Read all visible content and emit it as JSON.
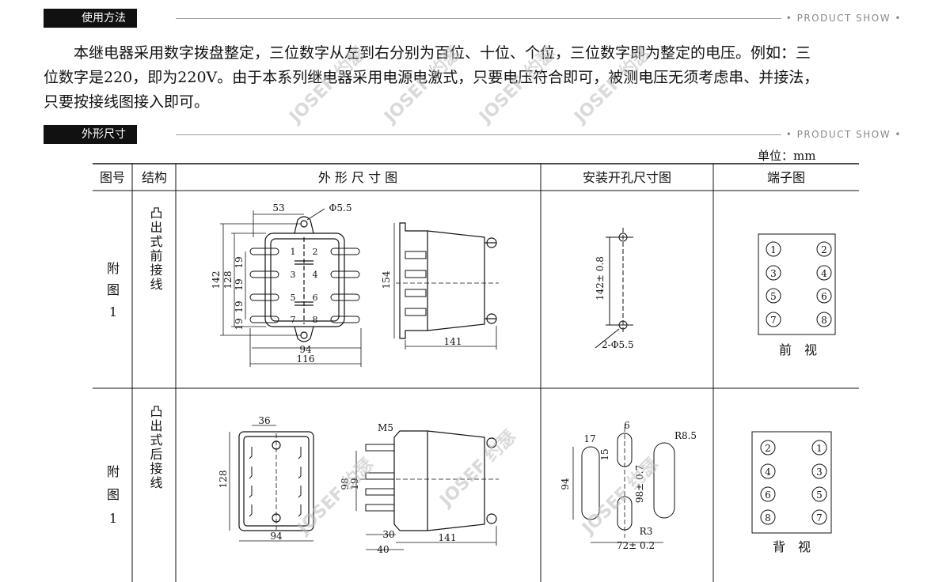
{
  "sections": {
    "usage": {
      "title": "使用方法",
      "tag": "• PRODUCT SHOW •"
    },
    "dimensions": {
      "title": "外形尺寸",
      "tag": "• PRODUCT SHOW •"
    }
  },
  "usage_text": {
    "line1": "本继电器采用数字拨盘整定，三位数字从左到右分别为百位、十位、个位，三位数字即为整定的电压。例如：三",
    "line2": "位数字是220，即为220V。由于本系列继电器采用电源电激式，只要电压符合即可，被测电压无须考虑串、并接法，",
    "line3": "只要按接线图接入即可。"
  },
  "watermark_text": "JOSEF 约瑟",
  "unit": "单位：mm",
  "table": {
    "headers": [
      "图号",
      "结构",
      "外 形 尺 寸 图",
      "安装开孔尺寸图",
      "端子图"
    ],
    "rows": [
      {
        "fig": [
          "附",
          "图",
          "1"
        ],
        "structure": "凸出式前接线",
        "terminal_view": "前　视"
      },
      {
        "fig": [
          "附",
          "图",
          "1"
        ],
        "structure": "凸出式后接线",
        "terminal_view": "背　视"
      }
    ]
  },
  "drawing1": {
    "dims": {
      "w53": "53",
      "hole": "Φ5.5",
      "h142": "142",
      "h128": "128",
      "h19a": "19",
      "h19b": "19",
      "h19c": "19",
      "h19d": "19",
      "w94": "94",
      "w116": "116",
      "h154": "154",
      "d141": "141"
    },
    "pins": [
      "1",
      "2",
      "3",
      "4",
      "5",
      "6",
      "7",
      "8"
    ],
    "cutout": {
      "h": "142± 0.8",
      "holes": "2-Φ5.5"
    }
  },
  "drawing2": {
    "dims": {
      "w36": "36",
      "h128": "128",
      "w94": "94",
      "m5": "M5",
      "h98": "98",
      "h19": "19",
      "d30": "30",
      "d40": "40",
      "d141": "141"
    },
    "cutout": {
      "w17": "17",
      "w6": "6",
      "h15": "15",
      "r85": "R8.5",
      "h94": "94",
      "h98": "98± 0.7",
      "r3": "R3",
      "w72": "72± 0.2"
    }
  },
  "terminals_front": [
    "1",
    "2",
    "3",
    "4",
    "5",
    "6",
    "7",
    "8"
  ],
  "terminals_back": [
    "2",
    "1",
    "4",
    "3",
    "6",
    "5",
    "8",
    "7"
  ]
}
